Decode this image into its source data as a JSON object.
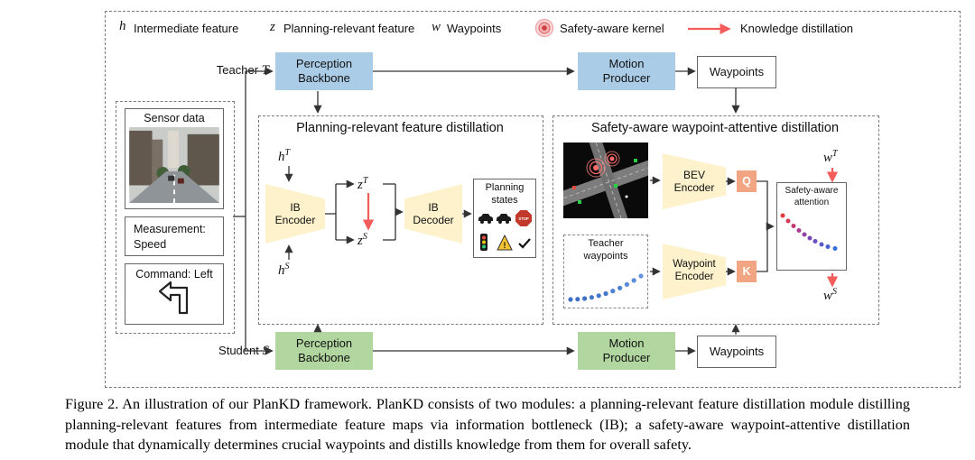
{
  "legend": {
    "h_symbol": "h",
    "h_label": "Intermediate feature",
    "z_symbol": "z",
    "z_label": "Planning-relevant feature",
    "w_symbol": "w",
    "w_label": "Waypoints",
    "kernel_label": "Safety-aware kernel",
    "kd_label": "Knowledge distillation"
  },
  "teacher": {
    "label": "Teacher",
    "symbol": "T",
    "perception": "Perception Backbone",
    "motion": "Motion Producer",
    "waypoints": "Waypoints"
  },
  "student": {
    "label": "Student",
    "symbol": "S",
    "perception": "Perception Backbone",
    "motion": "Motion Producer",
    "waypoints": "Waypoints"
  },
  "sensor": {
    "title": "Sensor data",
    "measurement_label": "Measurement:",
    "measurement_value": "Speed",
    "command_label": "Command: Left"
  },
  "feature_module": {
    "title": "Planning-relevant feature distillation",
    "hT": {
      "base": "h",
      "sup": "T"
    },
    "hS": {
      "base": "h",
      "sup": "S"
    },
    "zT": {
      "base": "z",
      "sup": "T"
    },
    "zS": {
      "base": "z",
      "sup": "S"
    },
    "ib_encoder": "IB Encoder",
    "ib_decoder": "IB Decoder",
    "planning_states": "Planning states",
    "stop_sign": "STOP"
  },
  "waypoint_module": {
    "title": "Safety-aware waypoint-attentive distillation",
    "bev_encoder": "BEV Encoder",
    "q_label": "Q",
    "k_label": "K",
    "teacher_waypoints": "Teacher waypoints",
    "waypoint_encoder": "Waypoint Encoder",
    "attention_label": "Safety-aware attention",
    "wT": {
      "base": "w",
      "sup": "T"
    },
    "wS": {
      "base": "w",
      "sup": "S"
    }
  },
  "colors": {
    "teacher_fill": "#aacce6",
    "student_fill": "#b2d6a0",
    "trapezoid_fill": "#fdf2cc",
    "qk_fill": "#f2a583",
    "kd_arrow": "#f45b5b"
  },
  "caption": "Figure 2.  An illustration of our PlanKD framework.  PlanKD consists of two modules: a planning-relevant feature distillation module distilling planning-relevant features from intermediate feature maps via information bottleneck (IB); a safety-aware waypoint-attentive distillation module that dynamically determines crucial waypoints and distills knowledge from them for overall safety."
}
